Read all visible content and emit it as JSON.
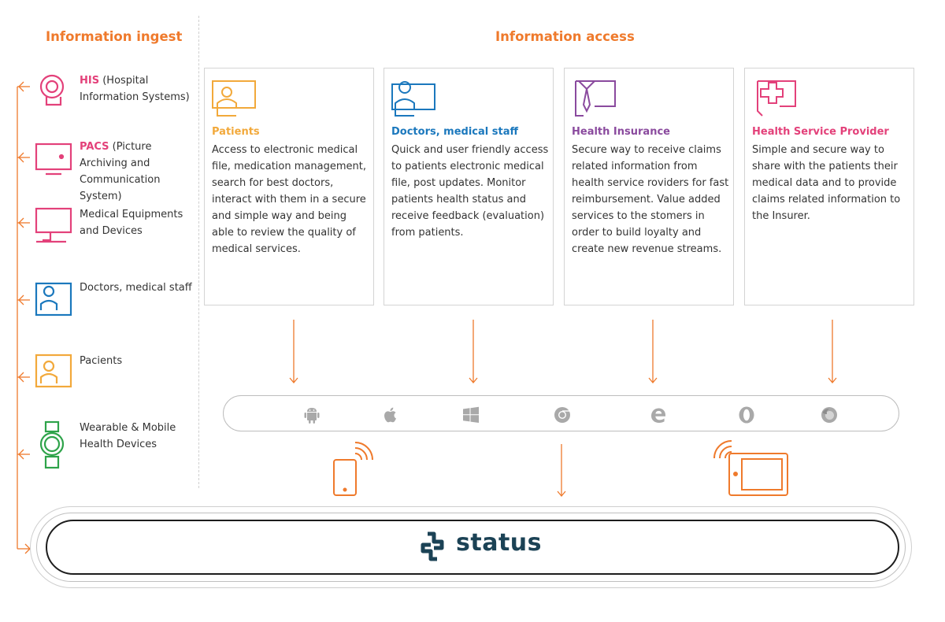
{
  "headings": {
    "ingest": "Information ingest",
    "access": "Information access"
  },
  "ingest": [
    {
      "acronym": "HIS",
      "text": " (Hospital Information Systems)",
      "icon": "his-icon",
      "color": "#e3417a"
    },
    {
      "acronym": "PACS",
      "text": " (Picture Archiving and Communication System)",
      "icon": "pacs-monitor-icon",
      "color": "#e3417a"
    },
    {
      "acronym": "",
      "text": "Medical Equipments and Devices",
      "icon": "medical-device-monitor-icon",
      "color": "#e3417a"
    },
    {
      "acronym": "",
      "text": "Doctors, medical staff",
      "icon": "doctor-icon",
      "color": "#1b78bd"
    },
    {
      "acronym": "",
      "text": "Pacients",
      "icon": "patient-icon",
      "color": "#f2a93b"
    },
    {
      "acronym": "",
      "text": "Wearable & Mobile Health Devices",
      "icon": "smartwatch-icon",
      "color": "#2ea34a"
    }
  ],
  "cards": [
    {
      "title": "Patients",
      "color": "#f2a93b",
      "icon": "patient-icon",
      "body": "Access to electronic medical file, medication management, search for best doctors, interact with them in a secure and simple way and being able to review the quality of medical services."
    },
    {
      "title": "Doctors, medical staff",
      "color": "#1b78bd",
      "icon": "doctor-icon",
      "body": "Quick and user friendly access to patients electronic medical file, post updates. Monitor patients health status and receive feedback (evaluation) from patients."
    },
    {
      "title": "Health Insurance",
      "color": "#8a4a9e",
      "icon": "insurance-tie-icon",
      "body": "Secure way to receive claims related information from health service roviders for fast reimbursement. Value added services to the stomers in order to build loyalty and create new revenue streams."
    },
    {
      "title": "Health Service Provider",
      "color": "#e3417a",
      "icon": "medical-cross-icon",
      "body": "Simple and secure way to share with the patients their medical data and to provide claims related information to the Insurer."
    }
  ],
  "platforms": [
    "android-icon",
    "apple-icon",
    "windows-icon",
    "chrome-icon",
    "edge-icon",
    "opera-icon",
    "firefox-icon"
  ],
  "colors": {
    "accent": "#ef7a2c",
    "logo": "#1b4255",
    "platform_icon": "#a9a9a9"
  },
  "status": {
    "brand": "status",
    "icon": "status-logo-icon"
  }
}
